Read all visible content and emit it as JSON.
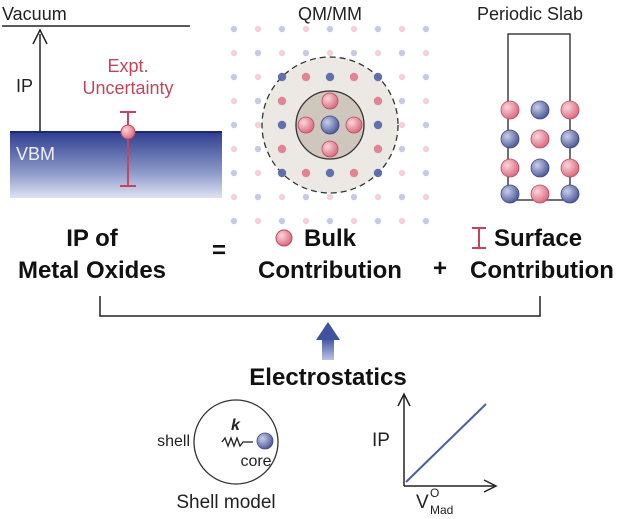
{
  "panel_ip": {
    "vacuum_label": "Vacuum",
    "ip_label": "IP",
    "vbm_label": "VBM",
    "uncertainty_line1": "Expt.",
    "uncertainty_line2": "Uncertainty"
  },
  "panel_qmmm": {
    "title": "QM/MM"
  },
  "panel_slab": {
    "title": "Periodic Slab"
  },
  "equation": {
    "lhs_line1": "IP of",
    "lhs_line2": "Metal Oxides",
    "equals": "=",
    "bulk_line1": "Bulk",
    "bulk_line2": "Contribution",
    "plus": "+",
    "surface_line1": "Surface",
    "surface_line2": "Contribution"
  },
  "electrostatics": {
    "title": "Electrostatics"
  },
  "shell_model": {
    "shell_label": "shell",
    "spring_label": "k",
    "core_label": "core",
    "caption": "Shell model"
  },
  "ip_plot": {
    "ylabel": "IP",
    "xlabel_main": "V",
    "xlabel_sup": "O",
    "xlabel_sub": "Mad"
  },
  "colors": {
    "red_ion": "#e07f90",
    "blue_ion": "#5c6aa8",
    "accent_red": "#c2455c",
    "arrow_blue": "#4a5ea8"
  }
}
